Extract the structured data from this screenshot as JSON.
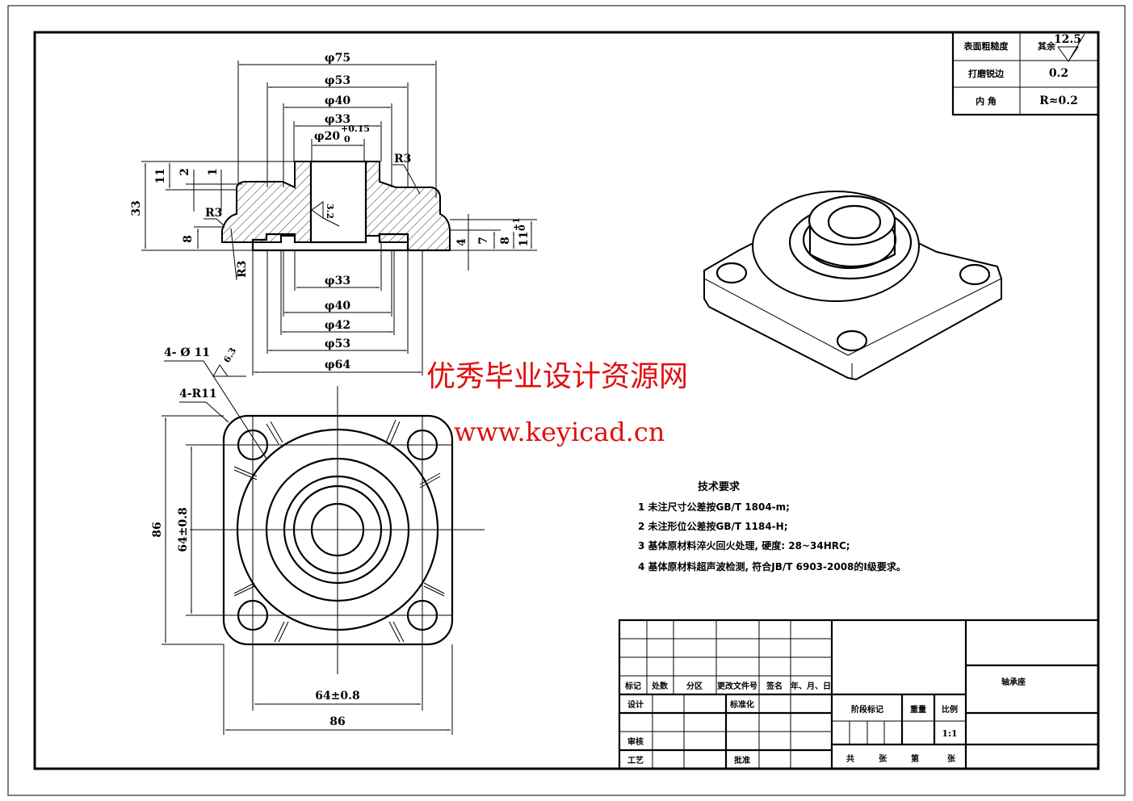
{
  "drawing": {
    "title": "轴承座",
    "scale": "1:1",
    "surface_table": {
      "rows": [
        {
          "label": "表面粗糙度",
          "value": "其余",
          "roughness": "12.5"
        },
        {
          "label": "打磨锐边",
          "value": "0.2"
        },
        {
          "label": "内    角",
          "value": "R≈0.2"
        }
      ]
    },
    "section_view": {
      "top_dims": [
        "φ75",
        "φ53",
        "φ40",
        "φ33",
        "φ20"
      ],
      "tolerance_upper": "+0.15",
      "tolerance_lower": "0",
      "bottom_dims": [
        "φ33",
        "φ40",
        "φ42",
        "φ53",
        "φ64"
      ],
      "left_dims": [
        "33",
        "11",
        "2",
        "1",
        "8"
      ],
      "right_dims": [
        "4",
        "7",
        "8",
        "11"
      ],
      "right_tol_upper": "+1",
      "right_tol_lower": "0",
      "radius_labels": [
        "R3",
        "R3",
        "R3"
      ],
      "roughness_bore": "3.2"
    },
    "plan_view": {
      "hole_label": "4- Ø 11",
      "hole_roughness": "6.3",
      "corner_label": "4-R11",
      "dim_vertical_outer": "86",
      "dim_vertical_inner": "64±0.8",
      "dim_horizontal_inner": "64±0.8",
      "dim_horizontal_outer": "86"
    },
    "watermark": {
      "line1": "优秀毕业设计资源网",
      "line2": "www.keyicad.cn",
      "color": "#e01010"
    },
    "tech_requirements": {
      "heading": "技术要求",
      "items": [
        "1 未注尺寸公差按GB/T 1804-m;",
        "2 未注形位公差按GB/T 1184-H;",
        "3 基体原材料淬火回火处理, 硬度: 28~34HRC;",
        "4 基体原材料超声波检测, 符合JB/T 6903-2008的I级要求。"
      ]
    },
    "title_block": {
      "revision_headers": [
        "标记",
        "处数",
        "分区",
        "更改文件号",
        "签名",
        "年、月、日"
      ],
      "design": "设计",
      "standardization": "标准化",
      "review": "审核",
      "process": "工艺",
      "approve": "批准",
      "stage_mark": "阶段标记",
      "weight": "重量",
      "scale_label": "比例",
      "sheets_total": "共",
      "sheets_unit": "张",
      "sheet_no": "第",
      "sheet_unit2": "张"
    }
  }
}
